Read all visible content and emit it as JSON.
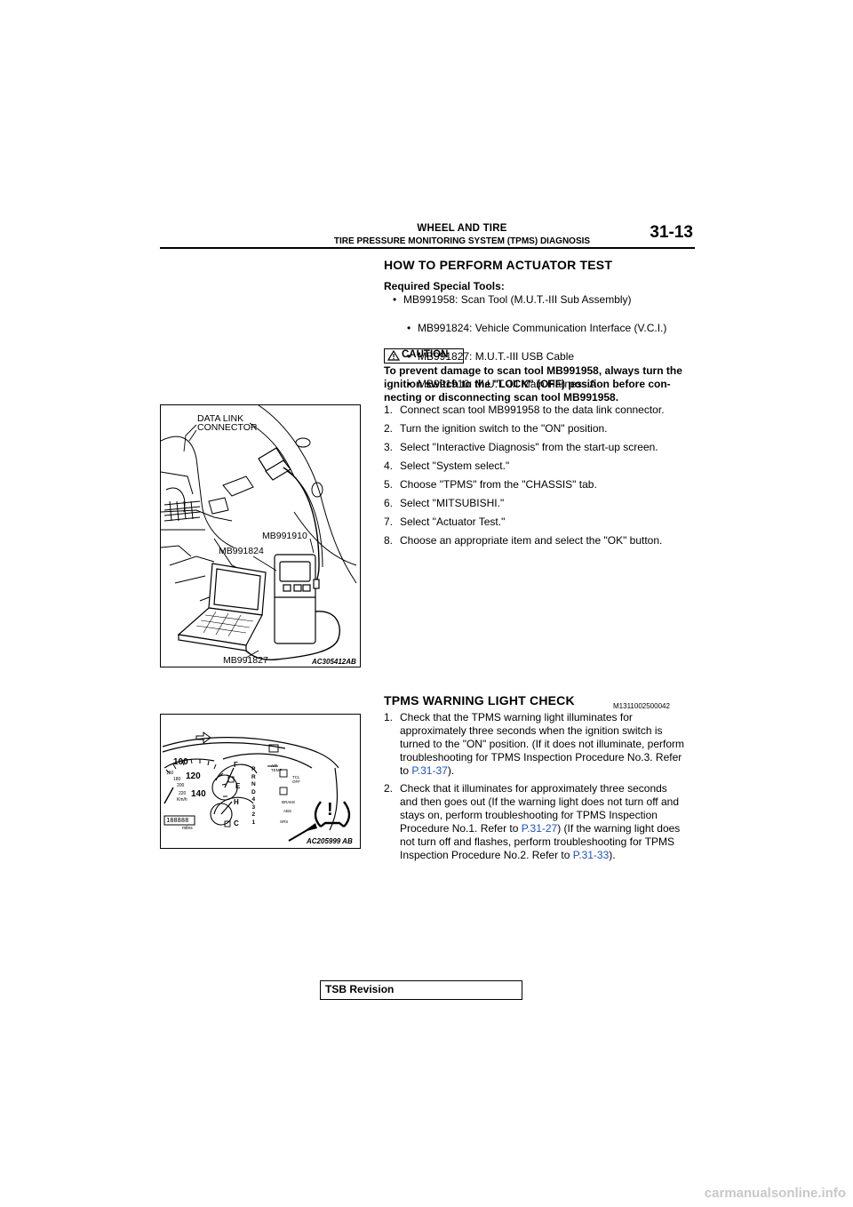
{
  "header": {
    "section_title": "WHEEL AND TIRE",
    "section_subtitle": "TIRE PRESSURE MONITORING SYSTEM (TPMS) DIAGNOSIS",
    "page_number": "31-13"
  },
  "actuator_test": {
    "heading": "HOW TO PERFORM ACTUATOR TEST",
    "tools_label": "Required Special Tools:",
    "tools": [
      "MB991958: Scan Tool (M.U.T.-III Sub Assembly)",
      "MB991824: Vehicle Communication Interface (V.C.I.)",
      "MB991827: M.U.T.-III USB Cable",
      "MB991910: M.U.T.-III Main Harness A"
    ],
    "caution_label": "CAUTION",
    "caution_lines": [
      "To prevent damage to scan tool MB991958, always turn the",
      "ignition switch to the \"LOCK\" (OFF) position before con-",
      "necting or disconnecting scan tool MB991958."
    ],
    "steps": [
      {
        "n": "1.",
        "text": "Connect scan tool MB991958 to the data link connector."
      },
      {
        "n": "2.",
        "text": "Turn the ignition switch to the \"ON\" position."
      },
      {
        "n": "3.",
        "text": "Select \"Interactive Diagnosis\" from the start-up screen."
      },
      {
        "n": "4.",
        "text": "Select \"System select.\""
      },
      {
        "n": "5.",
        "text": "Choose \"TPMS\" from the \"CHASSIS\" tab."
      },
      {
        "n": "6.",
        "text": "Select \"MITSUBISHI.\""
      },
      {
        "n": "7.",
        "text": "Select \"Actuator Test.\""
      },
      {
        "n": "8.",
        "text": "Choose an appropriate item and select the \"OK\" button."
      }
    ],
    "figure": {
      "callout_dlc_1": "DATA LINK",
      "callout_dlc_2": "CONNECTOR",
      "callout_mb991910": "MB991910",
      "callout_mb991824": "MB991824",
      "callout_mb991827": "MB991827",
      "code": "AC305412AB"
    }
  },
  "warning_check": {
    "heading": "TPMS WARNING LIGHT CHECK",
    "ref_code": "M1311002500042",
    "step1": {
      "n": "1.",
      "lines": [
        "Check that the TPMS warning light illuminates for",
        "approximately three seconds when the ignition switch is",
        "turned to the \"ON\" position. (If it does not illuminate, perform",
        "troubleshooting for TPMS Inspection Procedure No.3. Refer"
      ],
      "last_pre": "to ",
      "link": "P.31-37",
      "last_post": ")."
    },
    "step2": {
      "n": "2.",
      "lines": [
        "Check that it illuminates for approximately three seconds",
        "and then goes out (If the warning light does not turn off and",
        "stays on, perform troubleshooting for TPMS Inspection"
      ],
      "l4_pre": "Procedure No.1. Refer to ",
      "link1": "P.31-27",
      "l4_post": ") (If the warning light does",
      "l5": "not turn off and flashes, perform troubleshooting for TPMS",
      "l6_pre": "Inspection Procedure No.2. Refer to ",
      "link2": "P.31-33",
      "l6_post": ")."
    },
    "figure": {
      "speed_100": "100",
      "speed_120": "120",
      "speed_140": "140",
      "speed_160": "160",
      "speed_180": "180",
      "speed_200": "200",
      "speed_220": "220",
      "unit": "Km/h",
      "odometer": "188888",
      "odo_unit": "miles",
      "fuel_f": "F",
      "fuel_e": "E",
      "temp_h": "H",
      "temp_c": "C",
      "gear_p": "P",
      "gear_r": "R",
      "gear_n": "N",
      "gear_d": "D",
      "gear_4": "4",
      "gear_3": "3",
      "gear_2": "2",
      "gear_1": "1",
      "at_temp": "A/T TEMP",
      "tcl_off": "TCL OFF",
      "brake": "BRAKE",
      "abs": "ABS",
      "srs": "SRS",
      "warn_symbol": "!",
      "code": "AC205999 AB"
    }
  },
  "footer": {
    "tsb_label": "TSB Revision",
    "watermark": "carmanualsonline.info"
  }
}
